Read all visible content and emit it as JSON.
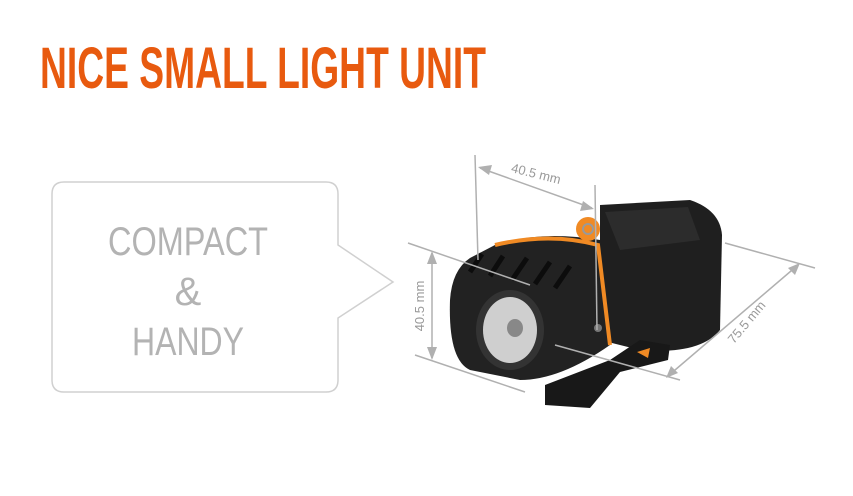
{
  "title": "NICE SMALL LIGHT UNIT",
  "callout": {
    "line1": "COMPACT",
    "line2": "&",
    "line3": "HANDY"
  },
  "dimensions": {
    "width": "40.5 mm",
    "height": "40.5 mm",
    "length": "75.5 mm"
  },
  "colors": {
    "accent": "#e85a0f",
    "body": "#1e1e1e",
    "dim_line": "#b0b0b0"
  }
}
